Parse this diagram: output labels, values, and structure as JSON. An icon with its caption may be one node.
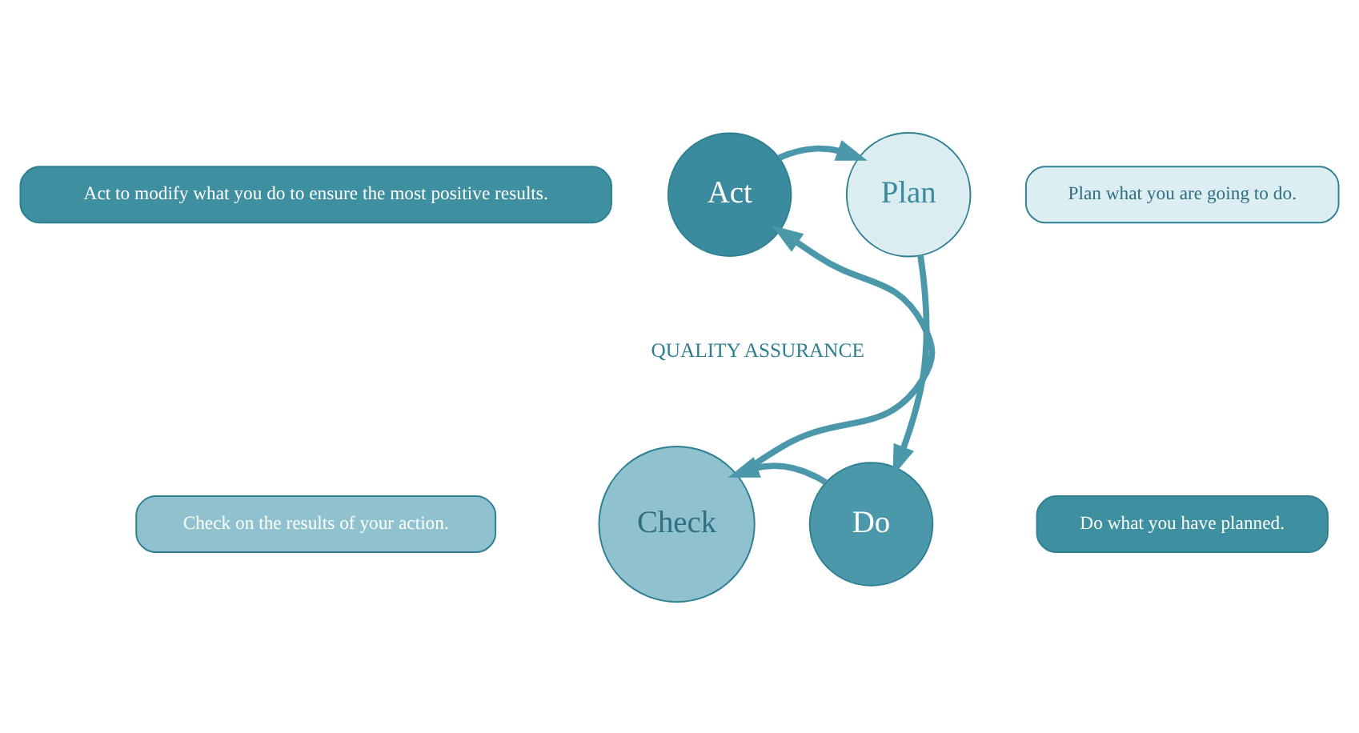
{
  "diagram": {
    "nodes": [
      {
        "text": [
          "Act to modify what you do to ensure the most positive results."
        ]
      },
      {
        "text": [
          "Plan what you are going to do."
        ]
      },
      {
        "text": [
          "Act"
        ]
      },
      {
        "text": [
          "Plan"
        ]
      },
      {
        "text": [
          "QUALITY ASSURANCE"
        ]
      },
      {
        "text": [
          "Do"
        ]
      },
      {
        "text": [
          "Check"
        ]
      },
      {
        "text": [
          "Check on the results of your action."
        ]
      },
      {
        "text": [
          "Do what you have planned."
        ]
      }
    ],
    "edges": [
      {
        "from": 2,
        "to": 3,
        "arrow": "to"
      },
      {
        "from": 3,
        "to": 5,
        "arrow": "to"
      },
      {
        "from": 5,
        "to": 6,
        "arrow": "to"
      },
      {
        "from": 6,
        "to": 2,
        "arrow": "to"
      }
    ]
  }
}
